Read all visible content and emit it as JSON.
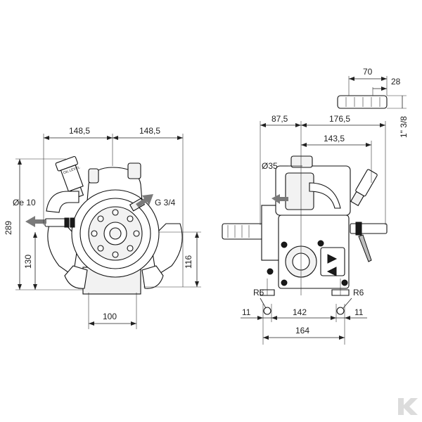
{
  "dimensions": {
    "front_half_width_left": "148,5",
    "front_half_width_right": "148,5",
    "overall_height": "289",
    "outlet_height": "130",
    "inlet_diameter": "Øe 10",
    "outlet_thread": "G 3/4",
    "base_height": "116",
    "base_width": "100",
    "side_offset_left": "87,5",
    "side_offset_right": "176,5",
    "side_depth": "143,5",
    "shaft_diameter": "Ø35",
    "shaft_length": "70",
    "spline_length": "28",
    "spline_size": "1\" 3/8",
    "hole_radius_left": "R6",
    "hole_radius_right": "R6",
    "slot_left": "11",
    "slot_right": "11",
    "hole_spacing": "142",
    "foot_width": "164"
  },
  "labels": {
    "oil_level": "OIL LEVEL"
  },
  "logo": {
    "letter": "K",
    "color": "#dcdcdc"
  }
}
